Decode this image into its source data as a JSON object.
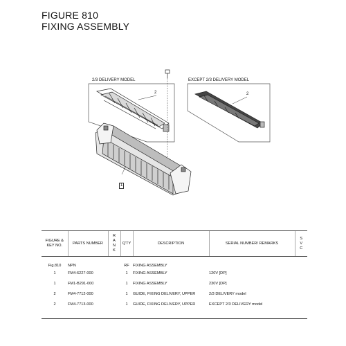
{
  "header": {
    "figure_number": "FIGURE 810",
    "figure_title": "FIXING ASSEMBLY"
  },
  "illustration": {
    "left_box_label": "2/3 DELIVERY MODEL",
    "right_box_label": "EXCEPT 2/3 DELIVERY MODEL",
    "callout_left_item": "2",
    "callout_right_item": "2",
    "callout_assembly": "1"
  },
  "parts_table": {
    "headers": {
      "figure_key": "FIGURE & KEY NO.",
      "parts_number": "PARTS NUMBER",
      "rank": [
        "R",
        "A",
        "N",
        "K"
      ],
      "qty": "Q'TY",
      "description": "DESCRIPTION",
      "serial_remarks": "SERIAL NUMBER/ REMARKS",
      "svc": [
        "S",
        "V",
        "C"
      ]
    },
    "rows": [
      {
        "figure_key": "Fig.810",
        "parts_number": "NPN",
        "qty": "RF",
        "description": "FIXING ASSEMBLY",
        "remarks": ""
      },
      {
        "figure_key": "1",
        "parts_number": "FM4-6227-000",
        "qty": "1",
        "description": "FIXING ASSEMBLY",
        "remarks": "120V [DP]"
      },
      {
        "figure_key": "1",
        "parts_number": "FM1-B291-000",
        "qty": "1",
        "description": "FIXING ASSEMBLY",
        "remarks": "230V [DP]"
      },
      {
        "figure_key": "2",
        "parts_number": "FM4-7712-000",
        "qty": "1",
        "description": "GUIDE, FIXING DELIVERY, UPPER",
        "remarks": "2/3 DELIVERY model"
      },
      {
        "figure_key": "2",
        "parts_number": "FM4-7713-000",
        "qty": "1",
        "description": "GUIDE, FIXING DELIVERY, UPPER",
        "remarks": "EXCEPT 2/3 DELIVERY model"
      }
    ]
  }
}
